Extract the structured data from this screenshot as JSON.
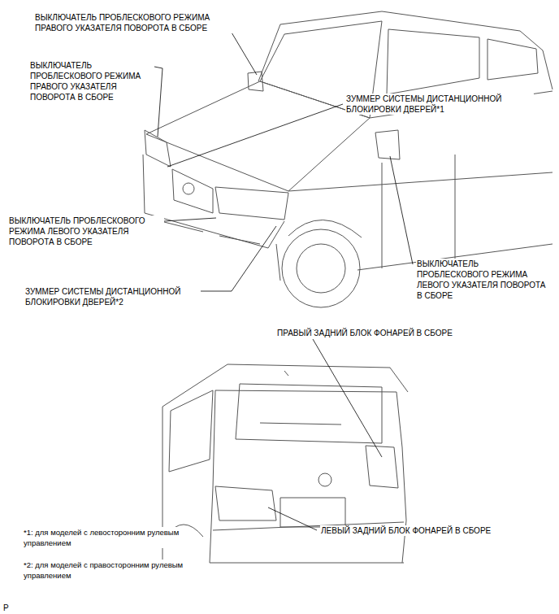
{
  "diagram": {
    "labels": [
      "ВЫКЛЮЧАТЕЛЬ ПРОБЛЕСКОВОГО РЕЖИМА ПРАВОГО УКАЗАТЕЛЯ ПОВОРОТА В СБОРЕ",
      "ВЫКЛЮЧАТЕЛЬ ПРОБЛЕСКОВОГО РЕЖИМА ПРАВОГО УКАЗАТЕЛЯ ПОВОРОТА В СБОРЕ",
      "ЗУММЕР СИСТЕМЫ ДИСТАНЦИОННОЙ БЛОКИРОВКИ ДВЕРЕЙ*1",
      "ВЫКЛЮЧАТЕЛЬ ПРОБЛЕСКОВОГО РЕЖИМА ЛЕВОГО УКАЗАТЕЛЯ ПОВОРОТА В СБОРЕ",
      "ВЫКЛЮЧАТЕЛЬ ПРОБЛЕСКОВОГО РЕЖИМА ЛЕВОГО УКАЗАТЕЛЯ ПОВОРОТА В СБОРЕ",
      "ЗУММЕР СИСТЕМЫ ДИСТАНЦИОННОЙ БЛОКИРОВКИ ДВЕРЕЙ*2",
      "ПРАВЫЙ ЗАДНИЙ БЛОК ФОНАРЕЙ В СБОРЕ",
      "*1: для моделей с левосторонним рулевым управлением",
      "ЛЕВЫЙ ЗАДНИЙ БЛОК ФОНАРЕЙ В СБОРЕ",
      "*2: для моделей с правосторонним рулевым управлением",
      "P"
    ]
  }
}
